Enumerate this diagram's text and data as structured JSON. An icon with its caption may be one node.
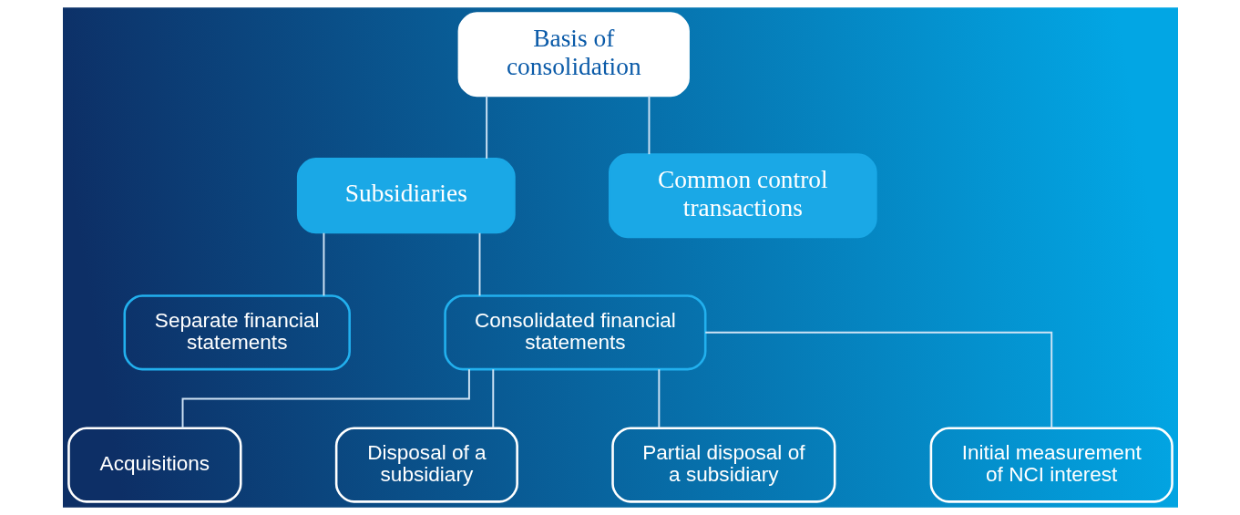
{
  "diagram": {
    "nodes": [
      {
        "text": [
          "Basis of consolidation"
        ]
      },
      {
        "text": [
          "Subsidiaries"
        ]
      },
      {
        "text": [
          "Common control transactions"
        ]
      },
      {
        "text": [
          "Separate financial statements"
        ]
      },
      {
        "text": [
          "Consolidated financial statements"
        ]
      },
      {
        "text": [
          "Acquisitions"
        ]
      },
      {
        "text": [
          "Disposal of a subsidiary"
        ]
      },
      {
        "text": [
          "Partial disposal of a subsidiary"
        ]
      },
      {
        "text": [
          "Initial measurement of NCI interest"
        ]
      }
    ],
    "edges": [
      {
        "from": 0,
        "to": 1,
        "arrow": "none"
      },
      {
        "from": 0,
        "to": 2,
        "arrow": "none"
      },
      {
        "from": 1,
        "to": 3,
        "arrow": "none"
      },
      {
        "from": 1,
        "to": 4,
        "arrow": "none"
      },
      {
        "from": 4,
        "to": 5,
        "arrow": "none"
      },
      {
        "from": 4,
        "to": 6,
        "arrow": "none"
      },
      {
        "from": 4,
        "to": 7,
        "arrow": "none"
      },
      {
        "from": 4,
        "to": 8,
        "arrow": "none"
      }
    ]
  }
}
